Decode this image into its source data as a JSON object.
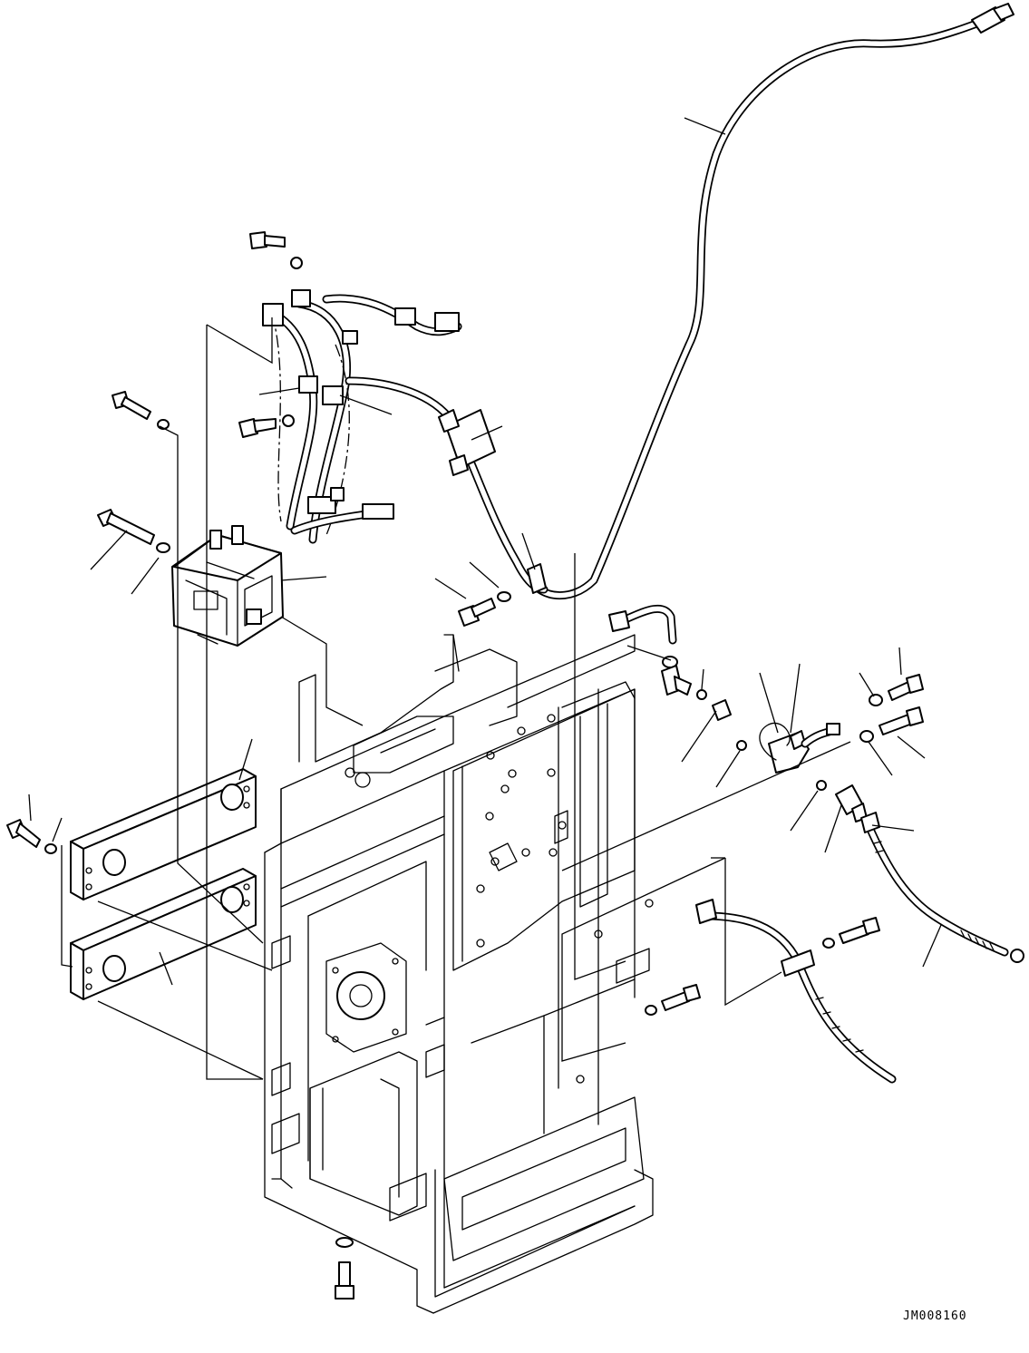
{
  "drawing": {
    "code": "JM008160"
  },
  "parts": [
    {
      "id": "wiring-harness-long"
    },
    {
      "id": "wiring-harness-upper"
    },
    {
      "id": "harness-clamp"
    },
    {
      "id": "harness-bracket"
    },
    {
      "id": "controller-unit"
    },
    {
      "id": "mounting-bolt"
    },
    {
      "id": "washer"
    },
    {
      "id": "mounting-bracket-upper"
    },
    {
      "id": "mounting-bracket-lower"
    },
    {
      "id": "elbow-fitting"
    },
    {
      "id": "union-fitting"
    },
    {
      "id": "o-ring"
    },
    {
      "id": "pressure-switch"
    },
    {
      "id": "hose-fitting"
    },
    {
      "id": "hose"
    },
    {
      "id": "hose-clamp"
    },
    {
      "id": "frame"
    }
  ]
}
